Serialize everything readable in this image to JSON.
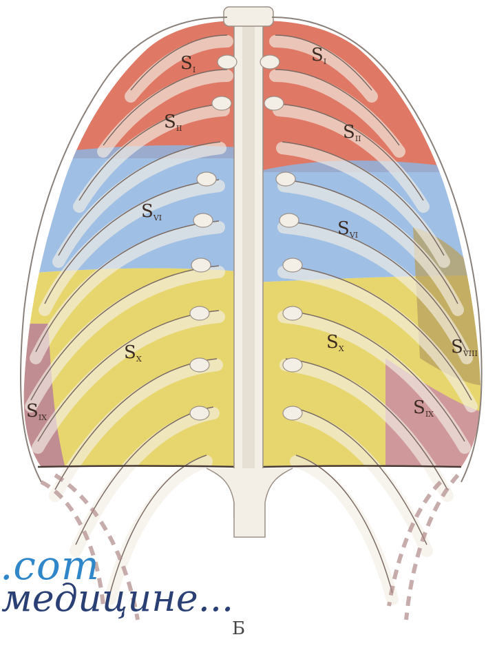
{
  "figure": {
    "panel_label": "Б",
    "watermark": {
      "domain_text": ".com",
      "caption_text": "медицине..."
    }
  },
  "segments": {
    "left": [
      {
        "id": "s1_left",
        "main": "S",
        "sub": "I",
        "zone": "apical",
        "color": "#d9604a"
      },
      {
        "id": "s2_left",
        "main": "S",
        "sub": "II",
        "zone": "apical",
        "color": "#d9604a"
      },
      {
        "id": "s6_left",
        "main": "S",
        "sub": "VI",
        "zone": "superior",
        "color": "#8fb4df"
      },
      {
        "id": "s10_left",
        "main": "S",
        "sub": "X",
        "zone": "basal",
        "color": "#e3cf55"
      },
      {
        "id": "s9_left",
        "main": "S",
        "sub": "IX",
        "zone": "lateral",
        "color": "#b9809a"
      }
    ],
    "right": [
      {
        "id": "s1_right",
        "main": "S",
        "sub": "I",
        "zone": "apical",
        "color": "#d9604a"
      },
      {
        "id": "s2_right",
        "main": "S",
        "sub": "II",
        "zone": "apical",
        "color": "#d9604a"
      },
      {
        "id": "s6_right",
        "main": "S",
        "sub": "VI",
        "zone": "superior",
        "color": "#8fb4df"
      },
      {
        "id": "s10_right",
        "main": "S",
        "sub": "X",
        "zone": "basal",
        "color": "#e3cf55"
      },
      {
        "id": "s8_right",
        "main": "S",
        "sub": "VIII",
        "zone": "lateral",
        "color": "#b8a060"
      },
      {
        "id": "s9_right",
        "main": "S",
        "sub": "IX",
        "zone": "lateral",
        "color": "#b9809a"
      }
    ]
  },
  "colors": {
    "red_zone": "#d9604a",
    "blue_zone": "#8fb4df",
    "yellow_zone": "#e3cf55",
    "pink_zone": "#c98aa8",
    "bone": "#f4efe6",
    "bone_outline": "#9a8f86",
    "rib_shadow": "#b08a8a"
  }
}
